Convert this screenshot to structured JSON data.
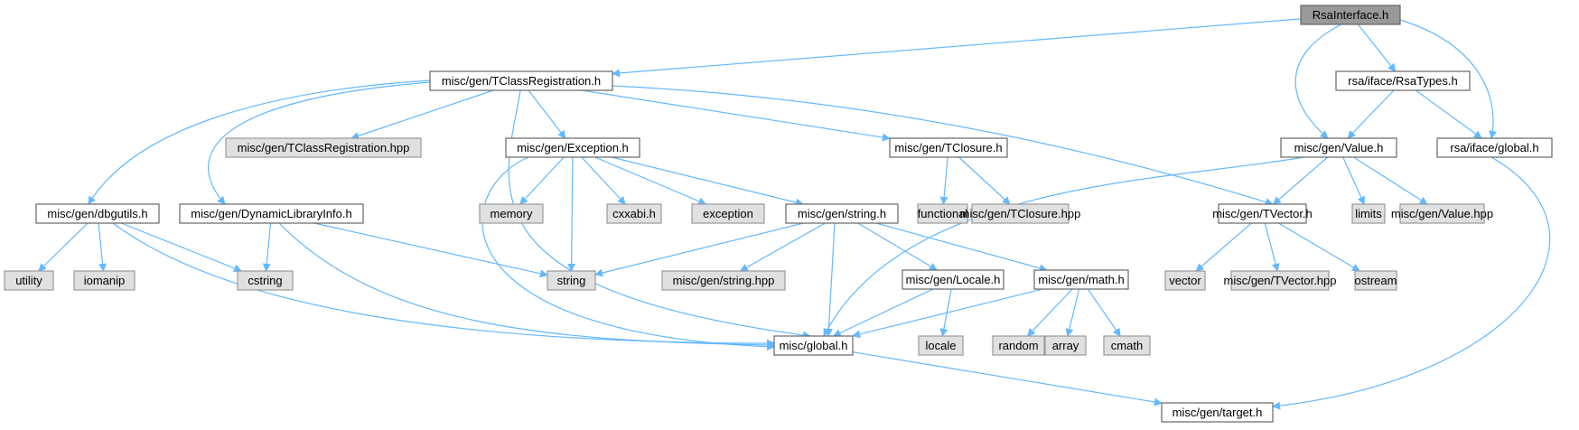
{
  "diagram": {
    "type": "include-dependency-graph",
    "colors": {
      "root_fill": "#999999",
      "root_stroke": "#666666",
      "project_fill": "#ffffff",
      "project_stroke": "#666666",
      "system_fill": "#e0e0e0",
      "system_stroke": "#999999",
      "edge": "#63b8ff"
    },
    "nodes": [
      {
        "id": "rsainterface",
        "label": "RsaInterface.h",
        "kind": "root"
      },
      {
        "id": "tclassreg",
        "label": "misc/gen/TClassRegistration.h",
        "kind": "project"
      },
      {
        "id": "rsatypes",
        "label": "rsa/iface/RsaTypes.h",
        "kind": "project"
      },
      {
        "id": "tclassreghpp",
        "label": "misc/gen/TClassRegistration.hpp",
        "kind": "system"
      },
      {
        "id": "exception_h",
        "label": "misc/gen/Exception.h",
        "kind": "project"
      },
      {
        "id": "tclosure",
        "label": "misc/gen/TClosure.h",
        "kind": "project"
      },
      {
        "id": "value",
        "label": "misc/gen/Value.h",
        "kind": "project"
      },
      {
        "id": "rsaglobal",
        "label": "rsa/iface/global.h",
        "kind": "project"
      },
      {
        "id": "dbgutils",
        "label": "misc/gen/dbgutils.h",
        "kind": "project"
      },
      {
        "id": "dyninfo",
        "label": "misc/gen/DynamicLibraryInfo.h",
        "kind": "project"
      },
      {
        "id": "memory",
        "label": "memory",
        "kind": "system"
      },
      {
        "id": "cxxabi",
        "label": "cxxabi.h",
        "kind": "system"
      },
      {
        "id": "exception",
        "label": "exception",
        "kind": "system"
      },
      {
        "id": "stringh",
        "label": "misc/gen/string.h",
        "kind": "project"
      },
      {
        "id": "functional",
        "label": "functional",
        "kind": "system"
      },
      {
        "id": "tclosurehpp",
        "label": "misc/gen/TClosure.hpp",
        "kind": "system"
      },
      {
        "id": "tvector",
        "label": "misc/gen/TVector.h",
        "kind": "project"
      },
      {
        "id": "limits",
        "label": "limits",
        "kind": "system"
      },
      {
        "id": "valuehpp",
        "label": "misc/gen/Value.hpp",
        "kind": "system"
      },
      {
        "id": "utility",
        "label": "utility",
        "kind": "system"
      },
      {
        "id": "iomanip",
        "label": "iomanip",
        "kind": "system"
      },
      {
        "id": "cstring",
        "label": "cstring",
        "kind": "system"
      },
      {
        "id": "string",
        "label": "string",
        "kind": "system"
      },
      {
        "id": "stringhpp",
        "label": "misc/gen/string.hpp",
        "kind": "system"
      },
      {
        "id": "locale_h",
        "label": "misc/gen/Locale.h",
        "kind": "project"
      },
      {
        "id": "math",
        "label": "misc/gen/math.h",
        "kind": "project"
      },
      {
        "id": "vector",
        "label": "vector",
        "kind": "system"
      },
      {
        "id": "tvectorhpp",
        "label": "misc/gen/TVector.hpp",
        "kind": "system"
      },
      {
        "id": "ostream",
        "label": "ostream",
        "kind": "system"
      },
      {
        "id": "miscglobal",
        "label": "misc/global.h",
        "kind": "project"
      },
      {
        "id": "locale",
        "label": "locale",
        "kind": "system"
      },
      {
        "id": "random",
        "label": "random",
        "kind": "system"
      },
      {
        "id": "array",
        "label": "array",
        "kind": "system"
      },
      {
        "id": "cmath",
        "label": "cmath",
        "kind": "system"
      },
      {
        "id": "target",
        "label": "misc/gen/target.h",
        "kind": "project"
      }
    ],
    "edges": [
      {
        "from": "rsainterface",
        "to": "tclassreg"
      },
      {
        "from": "rsainterface",
        "to": "rsatypes"
      },
      {
        "from": "rsainterface",
        "to": "value"
      },
      {
        "from": "rsainterface",
        "to": "rsaglobal"
      },
      {
        "from": "tclassreg",
        "to": "tclassreghpp"
      },
      {
        "from": "tclassreg",
        "to": "exception_h"
      },
      {
        "from": "tclassreg",
        "to": "tclosure"
      },
      {
        "from": "tclassreg",
        "to": "tvector"
      },
      {
        "from": "tclassreg",
        "to": "dbgutils"
      },
      {
        "from": "tclassreg",
        "to": "dyninfo"
      },
      {
        "from": "tclassreg",
        "to": "miscglobal"
      },
      {
        "from": "rsatypes",
        "to": "value"
      },
      {
        "from": "rsatypes",
        "to": "rsaglobal"
      },
      {
        "from": "exception_h",
        "to": "memory"
      },
      {
        "from": "exception_h",
        "to": "cxxabi"
      },
      {
        "from": "exception_h",
        "to": "exception"
      },
      {
        "from": "exception_h",
        "to": "stringh"
      },
      {
        "from": "exception_h",
        "to": "string"
      },
      {
        "from": "exception_h",
        "to": "miscglobal"
      },
      {
        "from": "tclosure",
        "to": "functional"
      },
      {
        "from": "tclosure",
        "to": "tclosurehpp"
      },
      {
        "from": "value",
        "to": "tvector"
      },
      {
        "from": "value",
        "to": "limits"
      },
      {
        "from": "value",
        "to": "valuehpp"
      },
      {
        "from": "value",
        "to": "miscglobal"
      },
      {
        "from": "rsaglobal",
        "to": "target"
      },
      {
        "from": "dbgutils",
        "to": "utility"
      },
      {
        "from": "dbgutils",
        "to": "iomanip"
      },
      {
        "from": "dbgutils",
        "to": "cstring"
      },
      {
        "from": "dbgutils",
        "to": "miscglobal"
      },
      {
        "from": "dyninfo",
        "to": "cstring"
      },
      {
        "from": "dyninfo",
        "to": "string"
      },
      {
        "from": "dyninfo",
        "to": "miscglobal"
      },
      {
        "from": "stringh",
        "to": "string"
      },
      {
        "from": "stringh",
        "to": "stringhpp"
      },
      {
        "from": "stringh",
        "to": "locale_h"
      },
      {
        "from": "stringh",
        "to": "math"
      },
      {
        "from": "stringh",
        "to": "miscglobal"
      },
      {
        "from": "tvector",
        "to": "vector"
      },
      {
        "from": "tvector",
        "to": "tvectorhpp"
      },
      {
        "from": "tvector",
        "to": "ostream"
      },
      {
        "from": "locale_h",
        "to": "locale"
      },
      {
        "from": "locale_h",
        "to": "miscglobal"
      },
      {
        "from": "math",
        "to": "random"
      },
      {
        "from": "math",
        "to": "array"
      },
      {
        "from": "math",
        "to": "cmath"
      },
      {
        "from": "math",
        "to": "miscglobal"
      },
      {
        "from": "miscglobal",
        "to": "target"
      }
    ]
  }
}
